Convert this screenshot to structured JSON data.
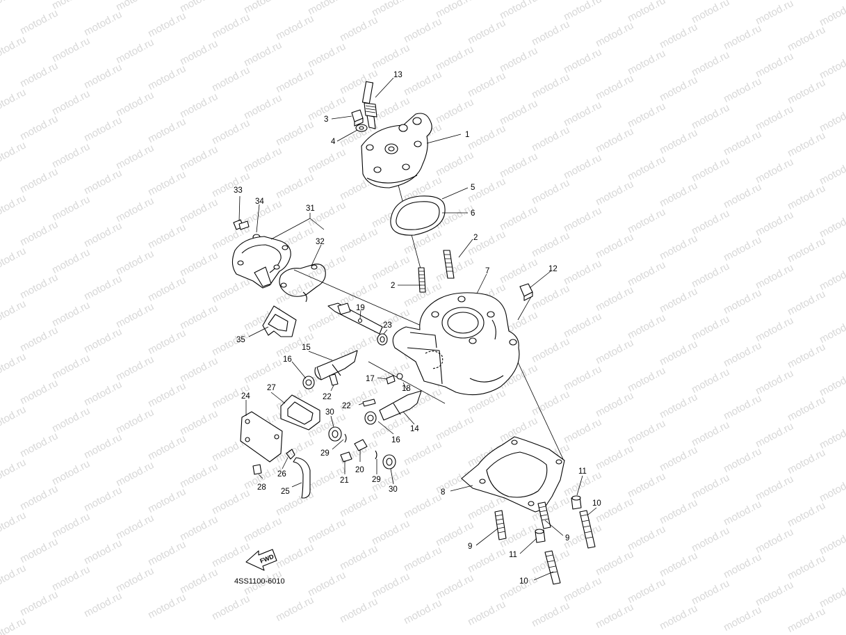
{
  "watermark": "motod.ru",
  "diagram_code": "4SS1100-6010",
  "fwd_label": "FWD",
  "callouts": [
    {
      "id": "c1",
      "label": "1"
    },
    {
      "id": "c2a",
      "label": "2"
    },
    {
      "id": "c2b",
      "label": "2"
    },
    {
      "id": "c3",
      "label": "3"
    },
    {
      "id": "c4",
      "label": "4"
    },
    {
      "id": "c5",
      "label": "5"
    },
    {
      "id": "c6",
      "label": "6"
    },
    {
      "id": "c7",
      "label": "7"
    },
    {
      "id": "c8",
      "label": "8"
    },
    {
      "id": "c9a",
      "label": "9"
    },
    {
      "id": "c9b",
      "label": "9"
    },
    {
      "id": "c10a",
      "label": "10"
    },
    {
      "id": "c10b",
      "label": "10"
    },
    {
      "id": "c11a",
      "label": "11"
    },
    {
      "id": "c11b",
      "label": "11"
    },
    {
      "id": "c12",
      "label": "12"
    },
    {
      "id": "c13",
      "label": "13"
    },
    {
      "id": "c14",
      "label": "14"
    },
    {
      "id": "c15",
      "label": "15"
    },
    {
      "id": "c16a",
      "label": "16"
    },
    {
      "id": "c16b",
      "label": "16"
    },
    {
      "id": "c17",
      "label": "17"
    },
    {
      "id": "c18",
      "label": "18"
    },
    {
      "id": "c19",
      "label": "19"
    },
    {
      "id": "c20",
      "label": "20"
    },
    {
      "id": "c21",
      "label": "21"
    },
    {
      "id": "c22a",
      "label": "22"
    },
    {
      "id": "c22b",
      "label": "22"
    },
    {
      "id": "c23",
      "label": "23"
    },
    {
      "id": "c24",
      "label": "24"
    },
    {
      "id": "c25",
      "label": "25"
    },
    {
      "id": "c26",
      "label": "26"
    },
    {
      "id": "c27",
      "label": "27"
    },
    {
      "id": "c28",
      "label": "28"
    },
    {
      "id": "c29a",
      "label": "29"
    },
    {
      "id": "c29b",
      "label": "29"
    },
    {
      "id": "c30a",
      "label": "30"
    },
    {
      "id": "c30b",
      "label": "30"
    },
    {
      "id": "c31",
      "label": "31"
    },
    {
      "id": "c32",
      "label": "32"
    },
    {
      "id": "c33",
      "label": "33"
    },
    {
      "id": "c34",
      "label": "34"
    },
    {
      "id": "c35",
      "label": "35"
    }
  ]
}
